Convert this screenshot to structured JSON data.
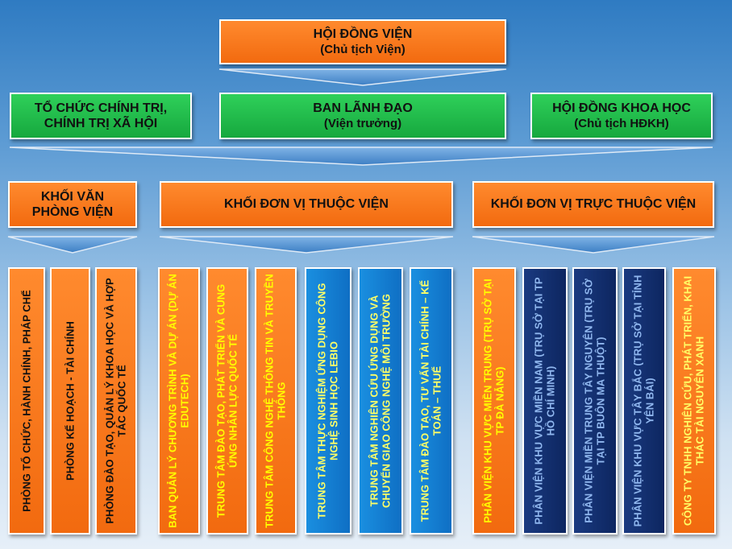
{
  "top": {
    "title": "HỘI ĐỒNG VIỆN",
    "subtitle": "(Chủ tịch Viện)"
  },
  "level2": [
    {
      "title": "TỔ CHỨC CHÍNH TRỊ,",
      "subtitle": "CHÍNH TRỊ XÃ HỘI"
    },
    {
      "title": "BAN LÃNH ĐẠO",
      "subtitle": "(Viện trưởng)"
    },
    {
      "title": "HỘI ĐỒNG KHOA HỌC",
      "subtitle": "(Chủ tịch HĐKH)"
    }
  ],
  "level3": [
    {
      "title": "KHỐI VĂN",
      "subtitle": "PHÒNG VIỆN"
    },
    {
      "title": "KHỐI ĐƠN VỊ THUỘC VIỆN"
    },
    {
      "title": "KHỐI ĐƠN VỊ TRỰC THUỘC VIỆN"
    }
  ],
  "units": [
    "PHÒNG TỔ CHỨC, HÀNH CHÍNH, PHÁP CHẾ",
    "PHÒNG KẾ HOẠCH - TÀI CHÍNH",
    "PHÒNG ĐÀO TẠO, QUẢN LÝ KHOA HỌC VÀ HỢP TÁC QUỐC TẾ",
    "BAN QUẢN LÝ CHƯƠNG TRÌNH VÀ DỰ ÁN (DỰ ÁN EDUTECH)",
    "TRUNG TÂM ĐÀO TẠO, PHÁT TRIỂN VÀ CUNG ỨNG NHÂN LỰC QUỐC TẾ",
    "TRUNG TÂM CÔNG NGHỆ THÔNG TIN VÀ TRUYỀN THÔNG",
    "TRUNG TÂM THỰC NGHIỆM ỨNG DỤNG CÔNG NGHỆ SINH HỌC LEBIO",
    "TRUNG TÂM NGHIÊN CỨU ỨNG DỤNG VÀ CHUYỂN GIAO CÔNG NGHỆ MÔI TRƯỜNG",
    "TRUNG TÂM ĐÀO TẠO, TƯ VẤN TÀI CHÍNH – KẾ TOÁN – THUẾ",
    "PHÂN VIỆN KHU VỰC MIỀN TRUNG (TRỤ SỞ TẠI TP ĐÀ NẴNG)",
    "PHÂN VIỆN KHU VỰC MIỀN NAM (TRỤ SỞ TẠI TP HỒ CHÍ MINH)",
    "PHÂN VIỆN MIỀN TRUNG TÂY NGUYÊN (TRỤ SỞ TẠI TP BUÔN MA THUỘT)",
    "PHÂN VIỆN KHU VỰC TÂY BẮC (TRỤ SỞ TẠI TỈNH YÊN BÁI)",
    "CÔNG TY TNHH NGHIÊN CỨU, PHÁT TRIỂN, KHAI THÁC TÀI NGUYÊN XANH"
  ]
}
